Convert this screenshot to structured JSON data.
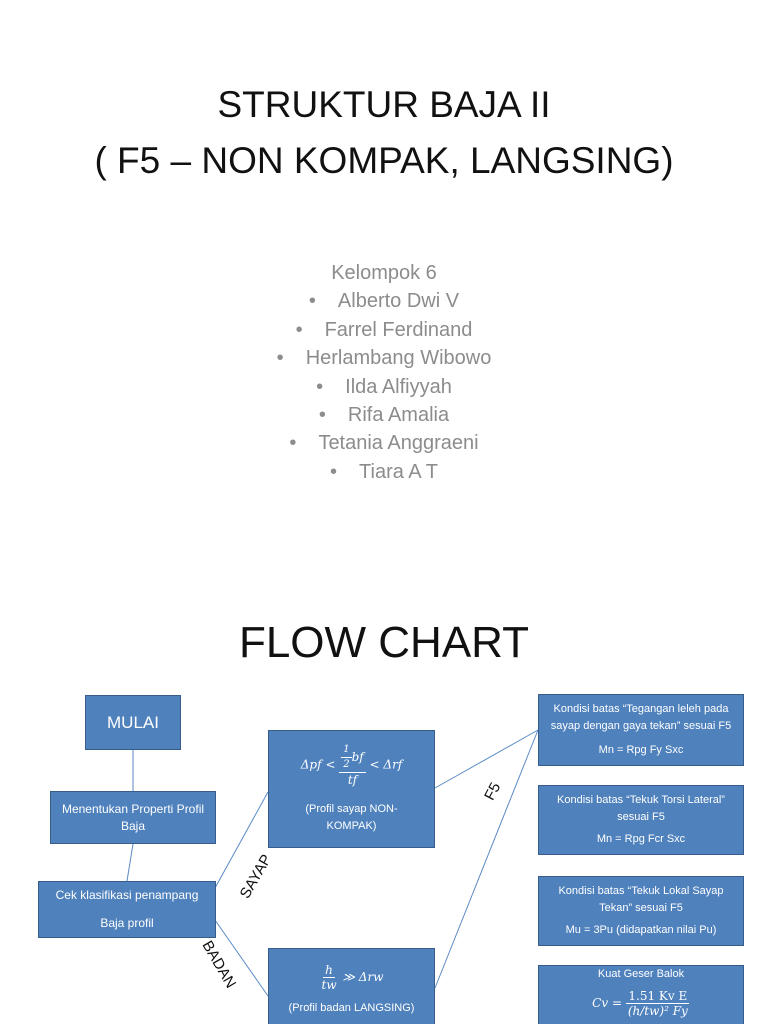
{
  "slide1": {
    "title_line1": "STRUKTUR BAJA II",
    "title_line2": "( F5 – NON KOMPAK, LANGSING)",
    "group": "Kelompok 6",
    "bullet_char": "•",
    "members": [
      "Alberto Dwi V",
      "Farrel Ferdinand",
      "Herlambang Wibowo",
      "Ilda Alfiyyah",
      "Rifa Amalia",
      "Tetania Anggraeni",
      "Tiara A T"
    ]
  },
  "slide2": {
    "title": "FLOW CHART",
    "start": "MULAI",
    "properties": "Menentukan Properti Profil Baja",
    "classification_1": "Cek klasifikasi penampang",
    "classification_2": "Baja profil",
    "flange_math": {
      "lhs": "Δpf <",
      "half_num": "1",
      "half_den": "2",
      "bf": "bf",
      "tf": "tf",
      "rhs": "< Δrf"
    },
    "flange_note": "(Profil sayap NON-KOMPAK)",
    "web_math": {
      "h": "h",
      "tw": "tw",
      "rhs": "≫ Δrw"
    },
    "web_note": "(Profil badan LANGSING)",
    "label_sayap": "SAYAP",
    "label_badan": "BADAN",
    "label_f5": "F5",
    "limit1_text": "Kondisi batas “Tegangan leleh pada sayap dengan gaya tekan” sesuai F5",
    "limit1_formula": "Mn = Rpg Fy Sxc",
    "limit2_text": "Kondisi batas “Tekuk Torsi Lateral” sesuai F5",
    "limit2_formula": "Mn = Rpg Fcr Sxc",
    "limit3_text": "Kondisi batas “Tekuk Lokal Sayap Tekan” sesuai F5",
    "limit3_formula": "Mu = 3Pu (didapatkan nilai Pu)",
    "shear_title": "Kuat Geser Balok",
    "shear_math": {
      "lhs": "Cv =",
      "num": "1.51 Kv E",
      "den": "(h/tw)² Fy"
    }
  }
}
